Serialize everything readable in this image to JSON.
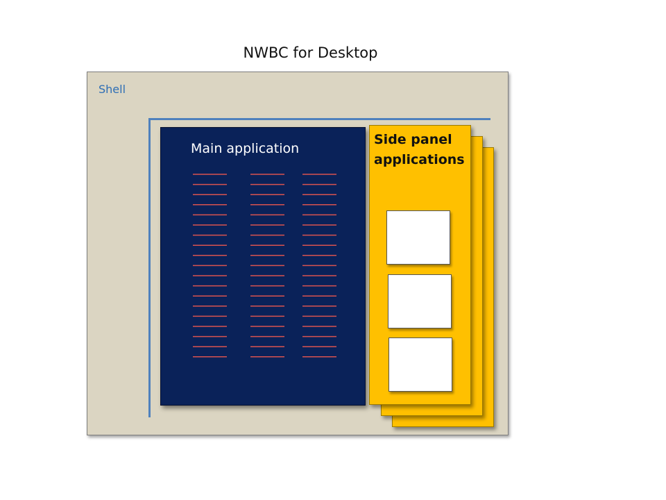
{
  "diagram": {
    "title": "NWBC for Desktop",
    "shell_label": "Shell",
    "main_application_label": "Main application",
    "side_panel_label": "Side panel applications",
    "main_application_placeholder_columns": 3,
    "main_application_placeholder_rows": 19,
    "side_panel_widget_count": 3,
    "colors": {
      "shell_background": "#dbd5c2",
      "shell_label": "#2e6eb5",
      "frame_line": "#4f81bd",
      "main_application": "#0a2259",
      "placeholder_line": "#d9534f",
      "side_panel": "#ffc000",
      "widget": "#ffffff"
    }
  }
}
